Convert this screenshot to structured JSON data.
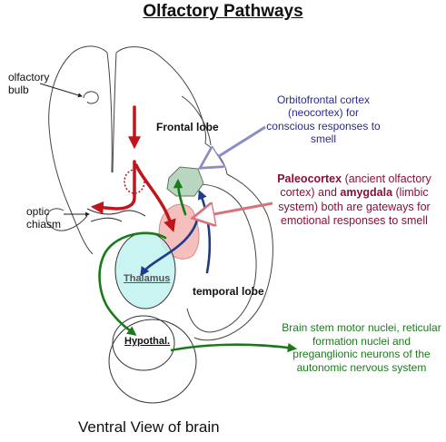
{
  "title": "Olfactory Pathways",
  "footer": "Ventral View of brain",
  "labels": {
    "olfactory_bulb": "olfactory\nbulb",
    "optic_chiasm": "optic\nchiasm",
    "frontal_lobe": "Frontal lobe",
    "temporal_lobe": "temporal lobe",
    "thalamus": "Thalamus",
    "hypothalamus": "Hypothal."
  },
  "annotations": {
    "orbitofrontal": "Orbitofrontal cortex (neocortex) for conscious responses to smell",
    "paleocortex": {
      "term1": "Paleocortex",
      "text1": " (ancient olfactory cortex) and ",
      "term2": "amygdala",
      "text2": " (limbic system) both are gateways for emotional responses to smell"
    },
    "brainstem": "Brain stem motor nuclei, reticular formation nuclei and preganglionic neurons of the autonomic nervous system"
  },
  "colors": {
    "olfactory_path": "#c0151b",
    "thalamic_path": "#1f3b8c",
    "orbitofrontal_path": "#1a7a1a",
    "brainstem_path": "#1a7a1a",
    "orbitofrontal_text": "#2b2b8c",
    "paleocortex_text": "#8a1035",
    "brainstem_text": "#1b7a1b",
    "thalamus_fill": "#bff2ee",
    "paleocortex_fill": "#f2aaa8",
    "orbitofrontal_fill": "#b8d6c0"
  }
}
